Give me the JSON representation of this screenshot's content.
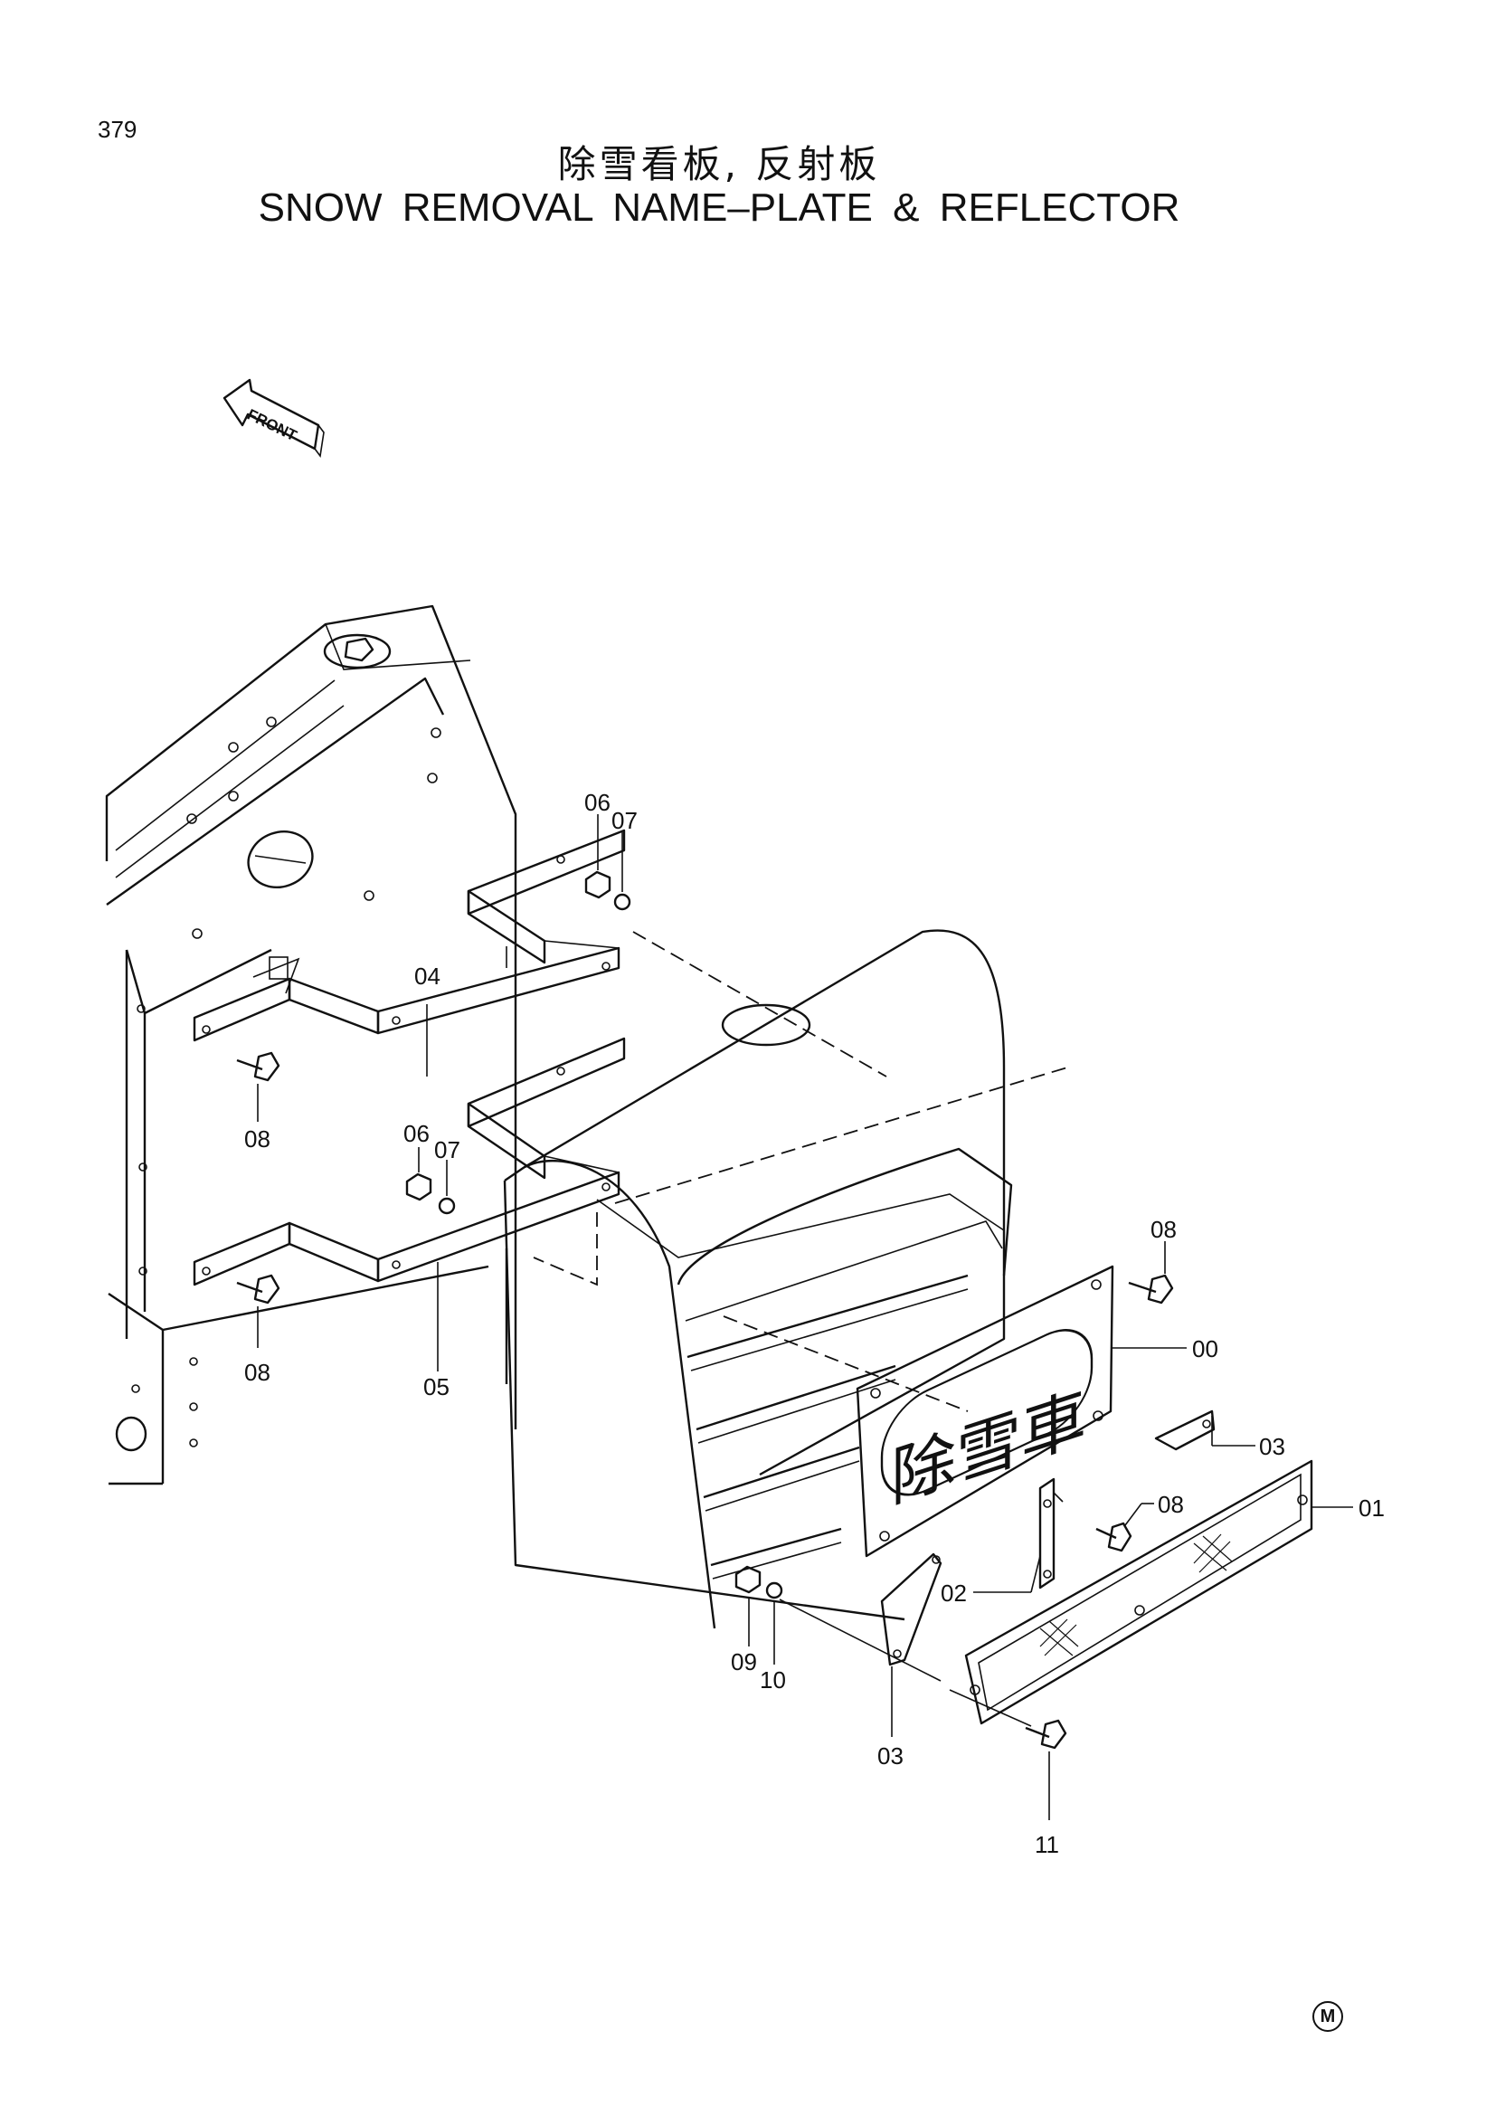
{
  "page_number": "379",
  "title": {
    "japanese": "除雪看板, 反射板",
    "english": "SNOW  REMOVAL  NAME–PLATE & REFLECTOR"
  },
  "direction_marker": {
    "label": "FRONT"
  },
  "name_plate_text": "除雪車",
  "callouts": [
    "00",
    "01",
    "02",
    "03",
    "03",
    "04",
    "05",
    "06",
    "06",
    "07",
    "07",
    "08",
    "08",
    "08",
    "08",
    "09",
    "10",
    "11"
  ],
  "manufacturer_mark": "M"
}
